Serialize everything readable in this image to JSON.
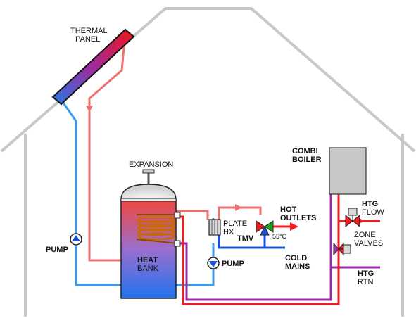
{
  "labels": {
    "thermal_panel_1": "THERMAL",
    "thermal_panel_2": "PANEL",
    "expansion": "EXPANSION",
    "heat": "HEAT",
    "bank": "BANK",
    "pump_left": "PUMP",
    "pump_right": "PUMP",
    "plate": "PLATE",
    "hx": "HX",
    "tmv": "TMV",
    "temperature": "55°C",
    "hot_outlets_1": "HOT",
    "hot_outlets_2": "OUTLETS",
    "cold_mains_1": "COLD",
    "cold_mains_2": "MAINS",
    "combi_boiler_1": "COMBI",
    "combi_boiler_2": "BOILER",
    "htg_flow_1": "HTG",
    "htg_flow_2": "FLOW",
    "zone_valves_1": "ZONE",
    "zone_valves_2": "VALVES",
    "htg_rtn_1": "HTG",
    "htg_rtn_2": "RTN"
  },
  "colors": {
    "house_outline": "#c8c8c8",
    "hot_pipe": "#f07070",
    "flow_red": "#ee1c24",
    "cold_pipe": "#1a50d8",
    "solar_blue": "#3a9cf0",
    "heating_purple": "#9a2aa8",
    "boiler_grey": "#c8c8c8",
    "temp_green": "#1aa01a"
  }
}
